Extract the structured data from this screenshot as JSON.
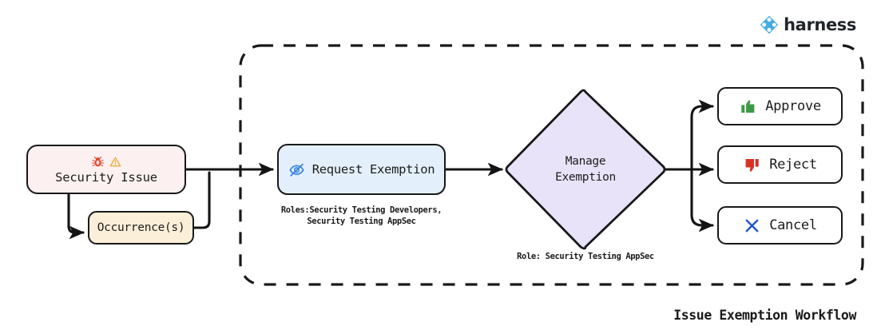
{
  "brand": {
    "name": "harness",
    "logo_icon": "harness-diamond-icon",
    "accent_color": "#43ace0"
  },
  "title": "Issue Exemption Workflow",
  "diagram": {
    "type": "flowchart",
    "container": {
      "name": "exemption-boundary",
      "style": "dashed",
      "color": "#191919"
    },
    "nodes": [
      {
        "id": "security-issue",
        "label": "Security Issue",
        "shape": "rounded-rect",
        "fill": "#fdf0f0",
        "stroke": "#191919",
        "icons": [
          "bug-icon",
          "warning-triangle-icon"
        ],
        "inside_container": false
      },
      {
        "id": "occurrences",
        "label": "Occurrence(s)",
        "shape": "rounded-rect",
        "fill": "#fcefd9",
        "stroke": "#191919",
        "inside_container": false
      },
      {
        "id": "request-exemption",
        "label": "Request Exemption",
        "shape": "rounded-rect",
        "fill": "#e3f0fb",
        "stroke": "#191919",
        "icons": [
          "eye-off-icon"
        ],
        "inside_container": true
      },
      {
        "id": "manage-exemption",
        "label_line1": "Manage",
        "label_line2": "Exemption",
        "shape": "diamond",
        "fill": "#e8e3f8",
        "stroke": "#191919",
        "inside_container": true
      },
      {
        "id": "approve",
        "label": "Approve",
        "shape": "rounded-rect",
        "fill": "#ffffff",
        "stroke": "#191919",
        "icons": [
          "thumbs-up-icon"
        ],
        "icon_color": "#3f9948",
        "inside_container": true
      },
      {
        "id": "reject",
        "label": "Reject",
        "shape": "rounded-rect",
        "fill": "#ffffff",
        "stroke": "#191919",
        "icons": [
          "thumbs-down-icon"
        ],
        "icon_color": "#d93025",
        "inside_container": true
      },
      {
        "id": "cancel",
        "label": "Cancel",
        "shape": "rounded-rect",
        "fill": "#ffffff",
        "stroke": "#191919",
        "icons": [
          "x-mark-icon"
        ],
        "icon_color": "#2158c9",
        "inside_container": true
      }
    ],
    "captions": [
      {
        "id": "roles-request-exemption",
        "line1": "Roles:Security Testing Developers,",
        "line2": "Security Testing AppSec",
        "attached_to": "request-exemption"
      },
      {
        "id": "role-manage-exemption",
        "line1": "Role: Security Testing AppSec",
        "attached_to": "manage-exemption"
      }
    ],
    "edges": [
      {
        "from": "security-issue",
        "to": "occurrences"
      },
      {
        "from": "security-issue",
        "to": "request-exemption"
      },
      {
        "from": "occurrences",
        "to": "request-exemption"
      },
      {
        "from": "request-exemption",
        "to": "manage-exemption"
      },
      {
        "from": "manage-exemption",
        "to": "approve"
      },
      {
        "from": "manage-exemption",
        "to": "reject"
      },
      {
        "from": "manage-exemption",
        "to": "cancel"
      }
    ]
  }
}
